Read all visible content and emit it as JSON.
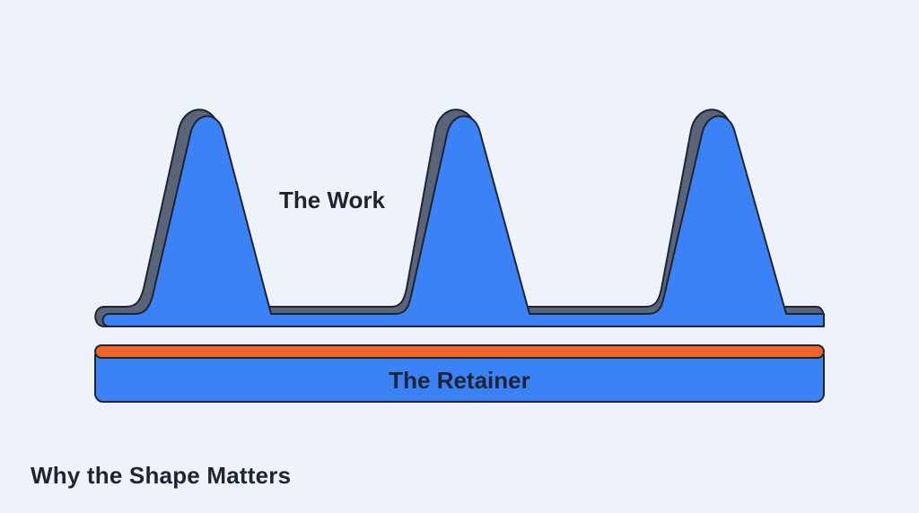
{
  "diagram": {
    "work_label": "The Work",
    "retainer_label": "The Retainer",
    "peak_count": 3
  },
  "caption": {
    "title": "Why the Shape Matters"
  },
  "colors": {
    "background": "#eef2fb",
    "work_fill": "#3b82f6",
    "work_shadow": "#5a6478",
    "outline": "#1d2433",
    "retainer_fill": "#3b82f6",
    "retainer_top": "#f0642a",
    "text": "#1d2433"
  }
}
